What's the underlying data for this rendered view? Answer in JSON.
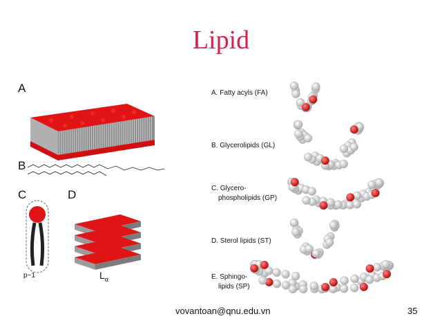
{
  "slide": {
    "title": "Lipid",
    "footer_email": "vovantoan@qnu.edu.vn",
    "page_number": "35"
  },
  "left_figure": {
    "panel_a": "A",
    "panel_b": "B",
    "panel_c": "C",
    "panel_d": "D",
    "c_caption": "p~1",
    "d_caption": "L",
    "d_caption_sub": "α"
  },
  "right_figure": {
    "items": [
      {
        "label_line1": "A. Fatty acyls (FA)",
        "label_line2": ""
      },
      {
        "label_line1": "B. Glycerolipids (GL)",
        "label_line2": ""
      },
      {
        "label_line1": "C. Glycero-",
        "label_line2": "phospholipids (GP)"
      },
      {
        "label_line1": "D. Sterol lipids (ST)",
        "label_line2": ""
      },
      {
        "label_line1": "E. Sphingo-",
        "label_line2": "lipids (SP)"
      }
    ]
  },
  "colors": {
    "title": "#d6204a",
    "headgroup_red": "#dd1010",
    "tail_grey": "#9a9a9a",
    "atom_grey": "#e8e8e8"
  }
}
